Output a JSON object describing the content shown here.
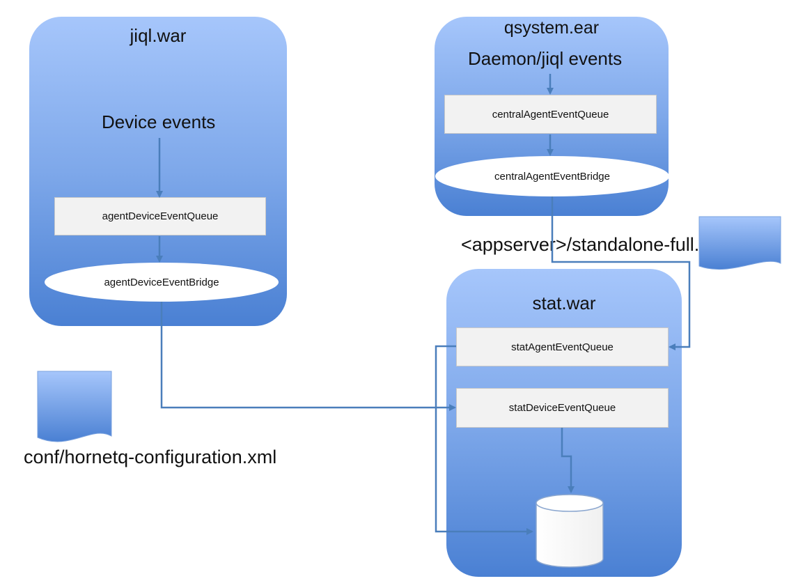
{
  "jiql": {
    "title": "jiql.war",
    "source_label": "Device events",
    "queue_label": "agentDeviceEventQueue",
    "bridge_label": "agentDeviceEventBridge"
  },
  "qsystem": {
    "title": "qsystem.ear",
    "source_label": "Daemon/jiql events",
    "queue_label": "centralAgentEventQueue",
    "bridge_label": "centralAgentEventBridge"
  },
  "stat": {
    "title": "stat.war",
    "agent_queue_label": "statAgentEventQueue",
    "device_queue_label": "statDeviceEventQueue"
  },
  "config_files": {
    "hornetq": "conf/hornetq-configuration.xml",
    "standalone": "<appserver>/standalone-full.xml"
  },
  "colors": {
    "container_top": "#a6c6fb",
    "container_bottom": "#4a80d3",
    "connector": "#4a7ebb"
  }
}
